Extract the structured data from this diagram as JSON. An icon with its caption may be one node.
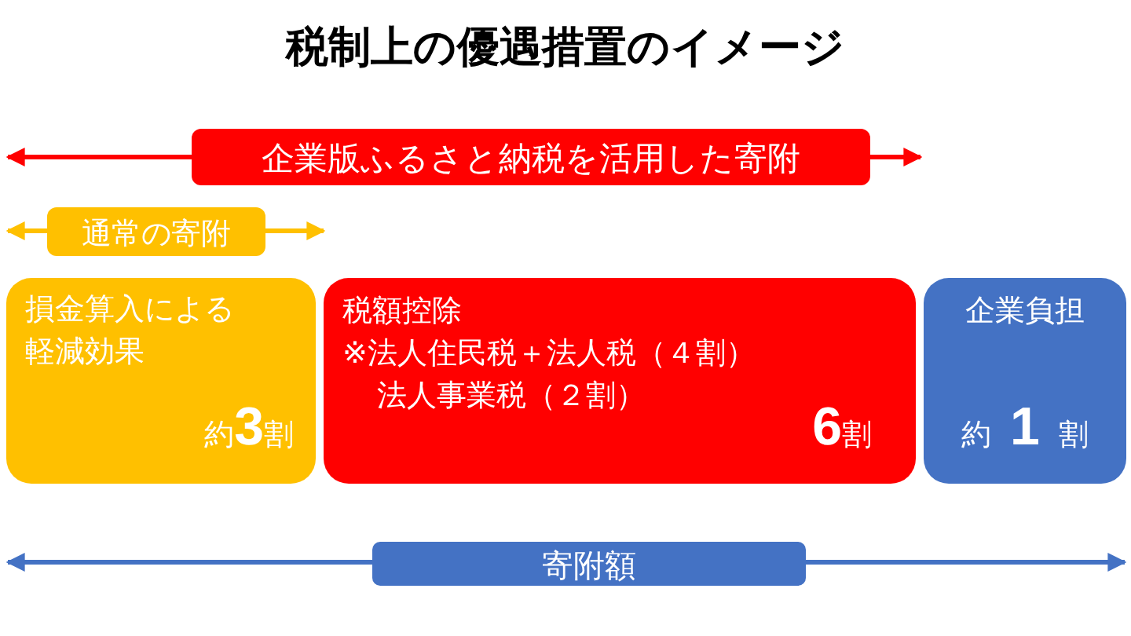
{
  "diagram": {
    "title": "税制上の優遇措置のイメージ",
    "nodes": [
      {
        "text": [
          "企業版ふるさと納税を活用した寄附"
        ]
      },
      {
        "text": [
          "通常の寄附"
        ]
      },
      {
        "text": [
          "損金算入による軽減効果",
          "約**3**割"
        ]
      },
      {
        "text": [
          "税額控除",
          "※法人住民税＋法人税（４割）",
          "法人事業税（２割）",
          "**6**割"
        ]
      },
      {
        "text": [
          "企業負担",
          "約**1**割"
        ]
      },
      {
        "text": [
          "寄附額"
        ]
      }
    ],
    "edges": []
  }
}
